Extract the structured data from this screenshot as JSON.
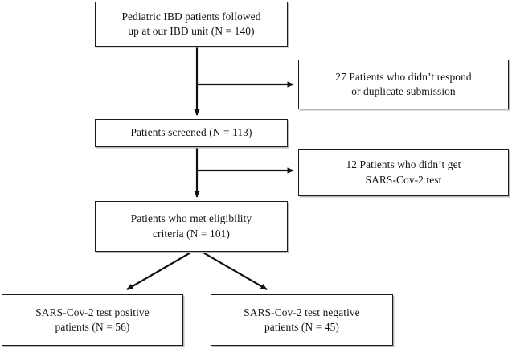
{
  "diagram": {
    "type": "patient-flow-chart",
    "nodes": [
      {
        "id": "enrolled",
        "text": "Pediatric IBD patients followed\nup at our IBD unit (N = 140)",
        "n": 140
      },
      {
        "id": "excluded_nonresponse",
        "text": "27 Patients who didn’t respond\nor duplicate submission",
        "n": 27
      },
      {
        "id": "screened",
        "text": "Patients screened (N = 113)",
        "n": 113
      },
      {
        "id": "excluded_notest",
        "text": "12 Patients who didn’t get\nSARS-Cov-2 test",
        "n": 12
      },
      {
        "id": "eligible",
        "text": "Patients who met eligibility\ncriteria (N = 101)",
        "n": 101
      },
      {
        "id": "positive",
        "text": "SARS-Cov-2 test positive\npatients (N = 56)",
        "n": 56
      },
      {
        "id": "negative",
        "text": "SARS-Cov-2 test negative\npatients (N = 45)",
        "n": 45
      }
    ],
    "edges": [
      {
        "from": "enrolled",
        "to": "screened",
        "style": "vertical-arrow"
      },
      {
        "from": "enrolled",
        "to": "excluded_nonresponse",
        "style": "branch-right-arrow"
      },
      {
        "from": "screened",
        "to": "eligible",
        "style": "vertical-arrow"
      },
      {
        "from": "screened",
        "to": "excluded_notest",
        "style": "branch-right-arrow"
      },
      {
        "from": "eligible",
        "to": "positive",
        "style": "diagonal-arrow-left"
      },
      {
        "from": "eligible",
        "to": "negative",
        "style": "diagonal-arrow-right"
      }
    ],
    "colors": {
      "border": "#1c1c1c",
      "background": "#ffffff",
      "text": "#131313",
      "connector": "#111111",
      "shadow": "#b9b9b9"
    }
  }
}
